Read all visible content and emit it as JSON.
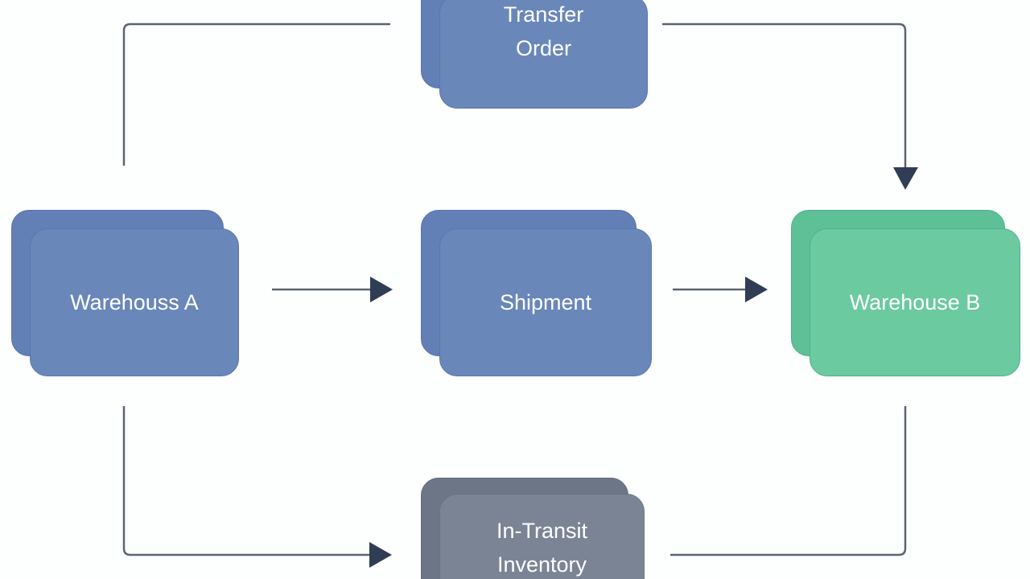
{
  "diagram": {
    "nodes": [
      {
        "id": "transfer_order",
        "lines": [
          "Transfer",
          "Order"
        ]
      },
      {
        "id": "warehouse_a",
        "lines": [
          "Warehouss A"
        ]
      },
      {
        "id": "shipment",
        "lines": [
          "Shipment"
        ]
      },
      {
        "id": "warehouse_b",
        "lines": [
          "Warehouse B"
        ]
      },
      {
        "id": "in_transit",
        "lines": [
          "In-Transit",
          "Inventory"
        ]
      }
    ],
    "colors": {
      "primary_node": "#6a87ba",
      "destination_node": "#6bcaa0",
      "transit_node": "#7b8495",
      "connector": "#5b6472",
      "arrowhead": "#2f3d55"
    }
  }
}
